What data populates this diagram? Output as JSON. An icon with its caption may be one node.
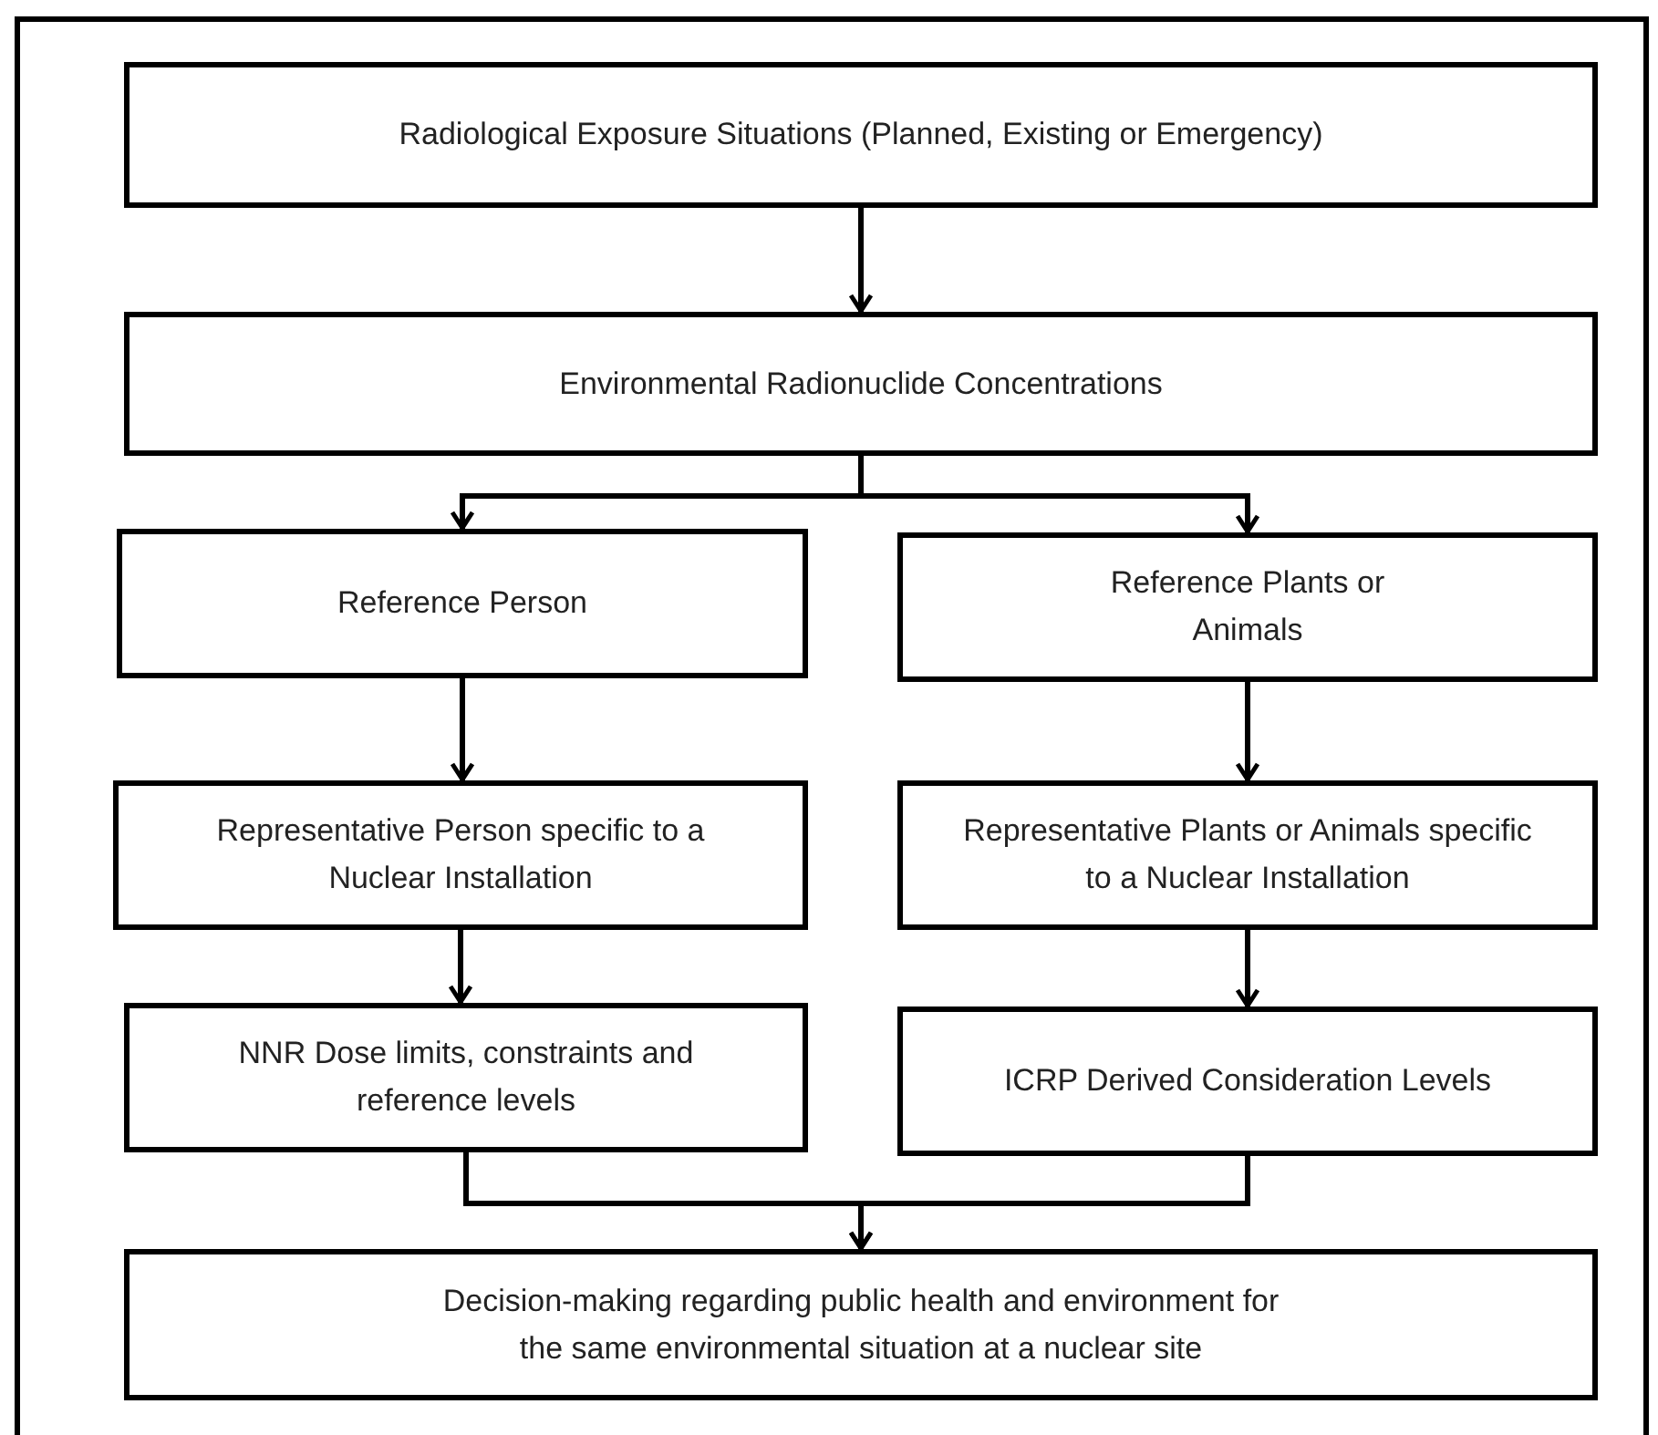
{
  "diagram": {
    "nodes": [
      {
        "text": [
          "Radiological Exposure Situations (Planned, Existing or Emergency)"
        ]
      },
      {
        "text": [
          "Environmental Radionuclide Concentrations"
        ]
      },
      {
        "text": [
          "Reference Person"
        ]
      },
      {
        "text": [
          "Reference Plants or Animals"
        ]
      },
      {
        "text": [
          "Representative Person specific to a Nuclear Installation"
        ]
      },
      {
        "text": [
          "Representative Plants or Animals specific to a Nuclear Installation"
        ]
      },
      {
        "text": [
          "NNR Dose limits, constraints and reference levels"
        ]
      },
      {
        "text": [
          "ICRP Derived Consideration Levels"
        ]
      },
      {
        "text": [
          "Decision-making regarding public health and environment for the same environmental situation at a nuclear site"
        ]
      }
    ],
    "edges": [
      {
        "from": 0,
        "to": 1,
        "arrow": "to"
      },
      {
        "from": 1,
        "to": 2,
        "arrow": "to"
      },
      {
        "from": 1,
        "to": 3,
        "arrow": "to"
      },
      {
        "from": 2,
        "to": 4,
        "arrow": "to"
      },
      {
        "from": 3,
        "to": 5,
        "arrow": "to"
      },
      {
        "from": 4,
        "to": 6,
        "arrow": "to"
      },
      {
        "from": 5,
        "to": 7,
        "arrow": "to"
      },
      {
        "from": 6,
        "to": 8,
        "arrow": "to"
      },
      {
        "from": 7,
        "to": 8,
        "arrow": "to"
      }
    ]
  }
}
